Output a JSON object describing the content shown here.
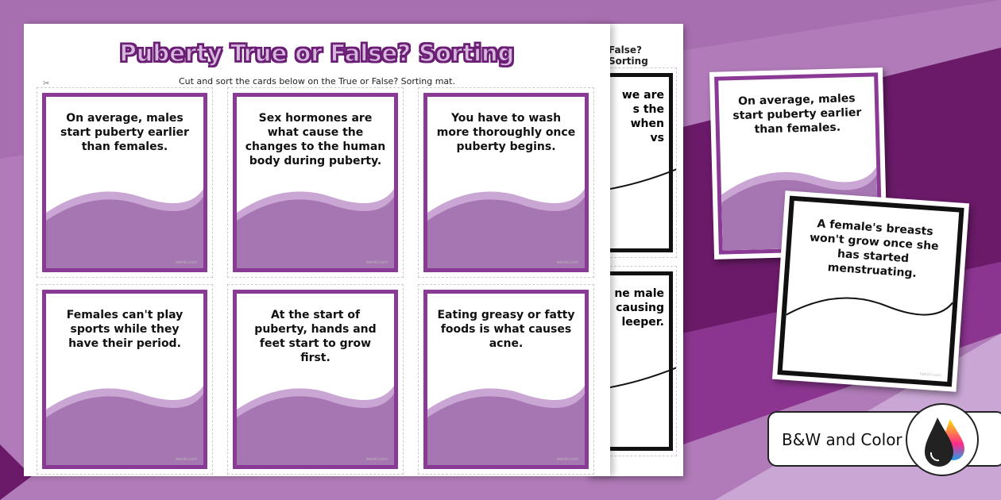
{
  "worksheet": {
    "title": "Puberty True or False? Sorting",
    "subtitle": "Cut and sort the cards below on the True or False? Sorting mat.",
    "cards": [
      {
        "text": "On average, males start puberty earlier than females."
      },
      {
        "text": "Sex hormones are what cause the changes to the human body during puberty."
      },
      {
        "text": "You have to wash more thoroughly once puberty begins."
      },
      {
        "text": "Females can't play sports while they have their period."
      },
      {
        "text": "At the start of puberty, hands and feet start to grow first."
      },
      {
        "text": "Eating greasy or fatty foods is what causes acne."
      }
    ],
    "watermark": "twinkl.com"
  },
  "back_sheet": {
    "title_fragment": "False? Sorting",
    "cards": [
      {
        "text": "we are\ns the\nwhen\nvs"
      },
      {
        "text": "ne male\ncausing\nleeper."
      }
    ]
  },
  "loose_cards": [
    {
      "text": "On average, males start puberty earlier than females.",
      "style": "color"
    },
    {
      "text": "A female's breasts won't grow once she has started menstruating.",
      "style": "bw"
    }
  ],
  "badge": {
    "label": "B&W and Color",
    "icon": "ink-drops-icon"
  },
  "colors": {
    "purple_dark": "#6b1f74",
    "purple_card": "#8a3a94",
    "purple_light": "#c9a6d4",
    "wave": "#a676b3"
  }
}
